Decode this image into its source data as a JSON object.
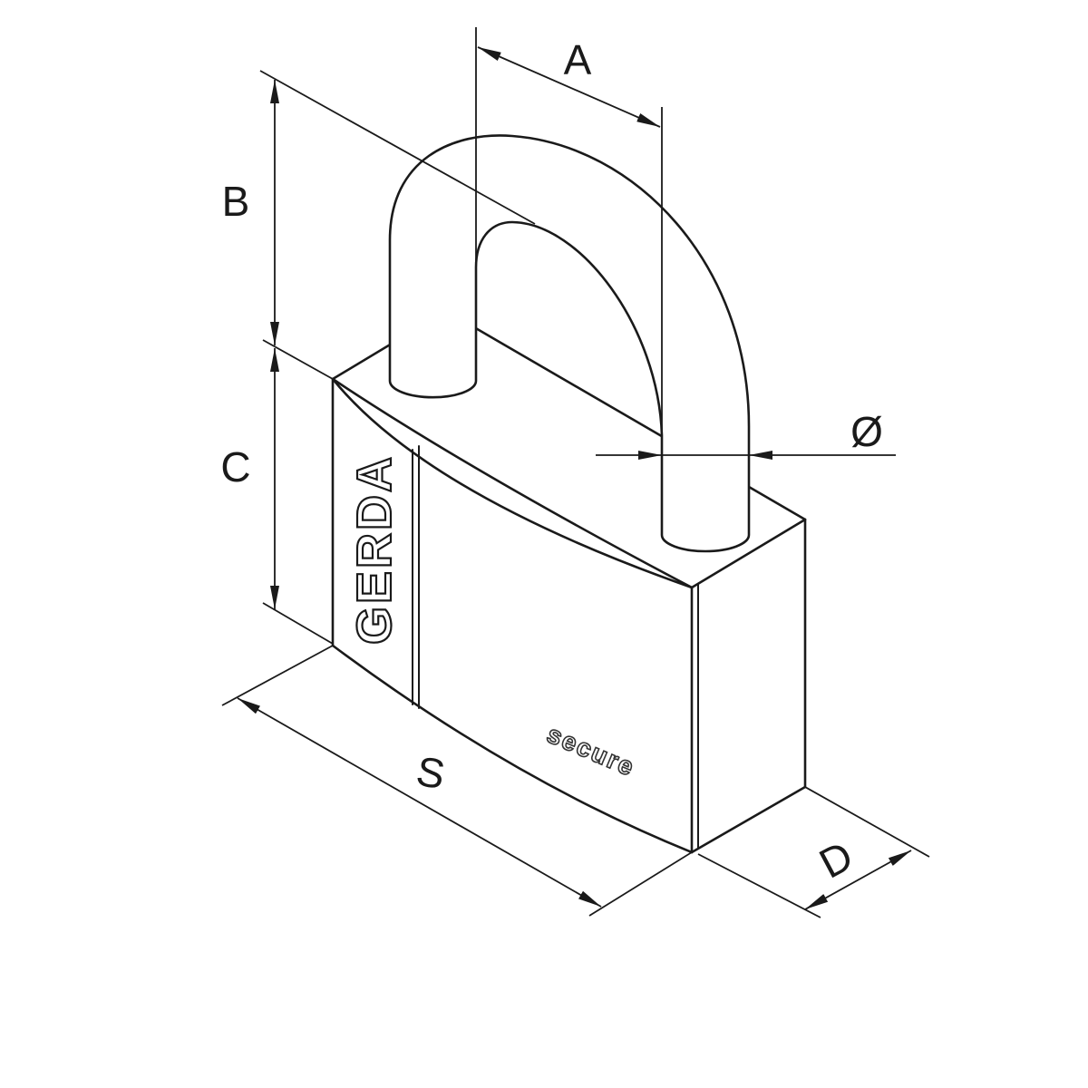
{
  "dimensions": {
    "shackle_width_label": "A",
    "shackle_height_label": "B",
    "body_height_label": "C",
    "shackle_diameter_label": "Ø",
    "body_width_label": "S",
    "body_depth_label": "D"
  },
  "branding": {
    "brand": "GERDA",
    "engraving": "secure"
  },
  "colors": {
    "line": "#1a1a1a",
    "background": "#ffffff"
  }
}
